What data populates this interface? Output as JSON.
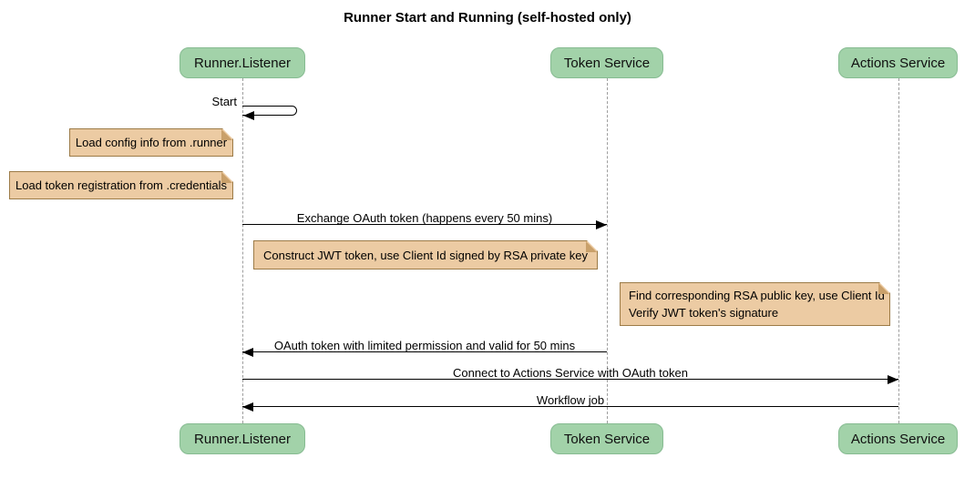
{
  "title": "Runner Start and Running (self-hosted only)",
  "diagram_type": "sequence",
  "colors": {
    "background": "#ffffff",
    "participant_fill": "#a2d2a9",
    "participant_border": "#86bb91",
    "note_fill": "#eccba3",
    "note_border": "#9c7b47",
    "note_fold": "#c9a06a",
    "lifeline": "#9e9e9e",
    "arrow": "#000000",
    "text": "#000000"
  },
  "participants": [
    {
      "label": "Runner.Listener"
    },
    {
      "label": "Token Service"
    },
    {
      "label": "Actions Service"
    }
  ],
  "messages": [
    {
      "label": "Start",
      "from": "Runner.Listener",
      "to": "Runner.Listener",
      "type": "self"
    },
    {
      "label": "Exchange OAuth token (happens every 50 mins)",
      "from": "Runner.Listener",
      "to": "Token Service",
      "type": "solid-arrow"
    },
    {
      "label": "OAuth token with limited permission and valid for 50 mins",
      "from": "Token Service",
      "to": "Runner.Listener",
      "type": "solid-arrow"
    },
    {
      "label": "Connect to Actions Service with OAuth token",
      "from": "Runner.Listener",
      "to": "Actions Service",
      "type": "solid-arrow"
    },
    {
      "label": "Workflow job",
      "from": "Actions Service",
      "to": "Runner.Listener",
      "type": "solid-arrow"
    }
  ],
  "notes": [
    {
      "text": "Load config info from .runner",
      "anchor": "left of Runner.Listener"
    },
    {
      "text": "Load token registration from .credentials",
      "anchor": "left of Runner.Listener"
    },
    {
      "text": "Construct JWT token, use Client Id signed by RSA private key",
      "anchor": "between Runner.Listener and Token Service"
    },
    {
      "text": "Find corresponding RSA public key, use Client Id\nVerify JWT token's signature",
      "anchor": "left of Actions Service"
    }
  ]
}
